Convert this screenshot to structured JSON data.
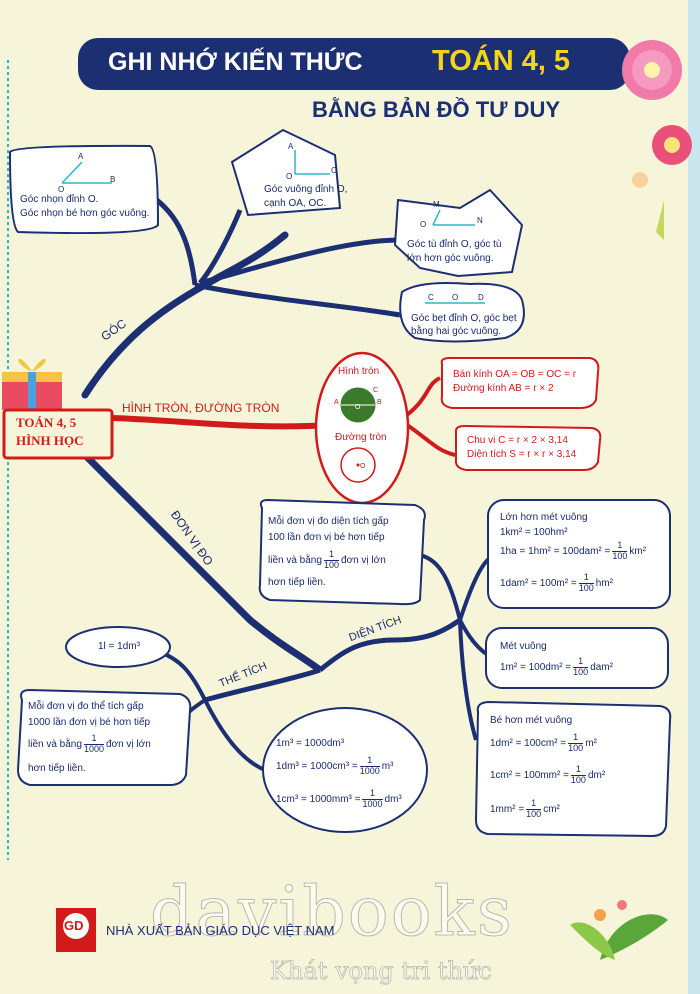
{
  "header": {
    "title_main": "GHI NHỚ KIẾN THỨC",
    "title_accent": "TOÁN 4, 5",
    "subtitle": "BẰNG BẢN ĐỒ TƯ DUY"
  },
  "center": {
    "line1": "TOÁN 4, 5",
    "line2": "HÌNH HỌC"
  },
  "branches": {
    "goc": "GÓC",
    "hinh_tron": "HÌNH TRÒN, ĐƯỜNG TRÒN",
    "don_vi_do": "ĐƠN VỊ ĐO",
    "dien_tich": "DIỆN TÍCH",
    "the_tich": "THỂ TÍCH"
  },
  "angles": {
    "acute": {
      "lines": [
        "Góc nhọn đỉnh O.",
        "Góc nhọn bé hơn góc vuông."
      ],
      "pts": [
        "O",
        "A",
        "B"
      ]
    },
    "right": {
      "lines": [
        "Góc vuông đỉnh O,",
        "cạnh OA, OC."
      ],
      "pts": [
        "A",
        "O",
        "C"
      ]
    },
    "obtuse": {
      "lines": [
        "Góc tù đỉnh O, góc tù",
        "lớn hơn góc vuông."
      ],
      "pts": [
        "M",
        "O",
        "N"
      ]
    },
    "straight": {
      "lines": [
        "Góc bẹt đỉnh O, góc bẹt",
        "bằng hai góc vuông."
      ],
      "pts": [
        "C",
        "O",
        "D"
      ]
    }
  },
  "circle": {
    "hinh_tron": "Hình tròn",
    "duong_tron": "Đường tròn",
    "pts": [
      "A",
      "C",
      "B",
      "O",
      "O"
    ],
    "radius": [
      "Bán kính OA = OB = OC = r",
      "Đường kính AB = r × 2"
    ],
    "formulas": [
      "Chu vi C = r × 2 × 3,14",
      "Diện tích S = r × r × 3,14"
    ]
  },
  "area": {
    "rule": [
      "Mỗi đơn vị đo diện tích gấp",
      "100 lần đơn vị bé hơn tiếp",
      "liền và bằng",
      "đơn vị lớn",
      "hơn tiếp liền."
    ],
    "rule_frac": [
      "1",
      "100"
    ],
    "bigger": {
      "title": "Lớn hơn mét vuông",
      "r1": "1km² = 100hm²",
      "r2a": "1ha = 1hm² = 100dam² =",
      "r2f": [
        "1",
        "100"
      ],
      "r2b": "km²",
      "r3a": "1dam² = 100m² =",
      "r3f": [
        "1",
        "100"
      ],
      "r3b": "hm²"
    },
    "sqm": {
      "title": "Mét vuông",
      "r1a": "1m² = 100dm² =",
      "r1f": [
        "1",
        "100"
      ],
      "r1b": "dam²"
    },
    "smaller": {
      "title": "Bé hơn mét vuông",
      "r1a": "1dm² = 100cm² =",
      "r1f": [
        "1",
        "100"
      ],
      "r1b": "m²",
      "r2a": "1cm² = 100mm² =",
      "r2f": [
        "1",
        "100"
      ],
      "r2b": "dm²",
      "r3a": "1mm² =",
      "r3f": [
        "1",
        "100"
      ],
      "r3b": "cm²"
    }
  },
  "volume": {
    "liter": "1l = 1dm³",
    "rule": [
      "Mỗi đơn vị đo thể tích gấp",
      "1000 lần đơn vị bé hơn tiếp",
      "liền và bằng",
      "đơn vị lớn",
      "hơn tiếp liền."
    ],
    "rule_frac": [
      "1",
      "1000"
    ],
    "r1": "1m³ = 1000dm³",
    "r2a": "1dm³ = 1000cm³ =",
    "r2f": [
      "1",
      "1000"
    ],
    "r2b": "m³",
    "r3a": "1cm³ = 1000mm³ =",
    "r3f": [
      "1",
      "1000"
    ],
    "r3b": "dm³"
  },
  "footer": {
    "logo": "GD",
    "publisher": "NHÀ XUẤT BẢN GIÁO DỤC VIỆT NAM",
    "watermark": "davibooks",
    "slogan": "Khát vọng tri thức"
  },
  "colors": {
    "navy": "#1a2a6c",
    "red": "#d11a1a",
    "teal": "#2ab9c4",
    "green": "#3a7a2a"
  }
}
